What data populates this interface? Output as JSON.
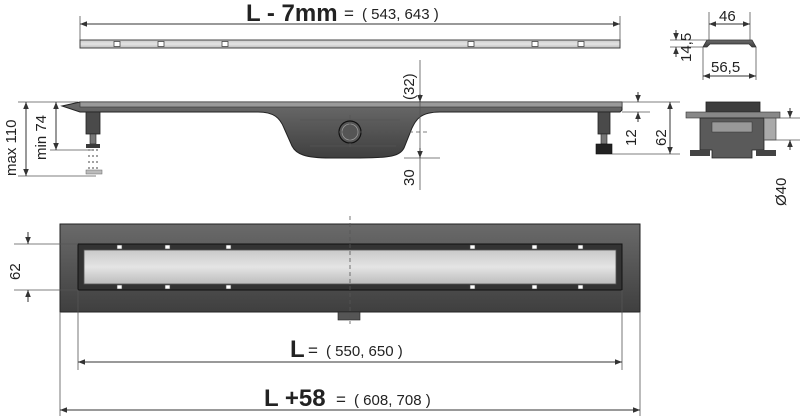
{
  "top_length": {
    "label": "L - 7mm",
    "eq": "=",
    "values": "( 543, 643 )"
  },
  "profile_width": "46",
  "profile_height": "14,5",
  "profile_outer_width": "56,5",
  "offset_32": "(32)",
  "max_height": "max 110",
  "min_height": "min 74",
  "dim_12": "12",
  "dim_62_side": "62",
  "dim_30": "30",
  "outlet_diameter": "Ø40",
  "dim_62_plan": "62",
  "plan_length": {
    "label": "L",
    "eq": "=",
    "values": "( 550, 650 )"
  },
  "overall_length": {
    "label": "L +58",
    "eq": "=",
    "values": "( 608, 708 )"
  }
}
